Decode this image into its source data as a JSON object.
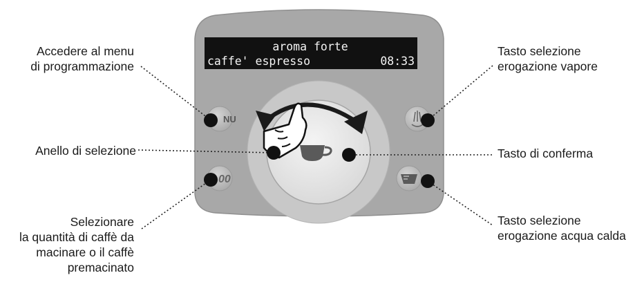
{
  "display": {
    "line1": "aroma forte",
    "line2_left": "caffe' espresso",
    "line2_right": "08:33"
  },
  "buttons": {
    "menu_label": "NU",
    "aroma_label": "00"
  },
  "callouts": {
    "menu": [
      "Accedere al menu",
      "di programmazione"
    ],
    "ring": "Anello di selezione",
    "quantity": [
      "Selezionare",
      "la quantità di caffè da",
      "macinare o il caffè",
      "premacinato"
    ],
    "steam": [
      "Tasto selezione",
      "erogazione vapore"
    ],
    "confirm": "Tasto di conferma",
    "hot_water": [
      "Tasto selezione",
      "erogazione acqua calda"
    ]
  },
  "icons": {
    "steam": "steam-icon",
    "cup": "coffee-cup-icon",
    "hot_water": "hot-water-icon",
    "hand": "pointing-hand-icon",
    "arrow": "curved-arrow-icon"
  },
  "colors": {
    "panel": "#a8a8a8",
    "panel_edge": "#8c8c8c",
    "ring": "#c7c7c7",
    "center": "#e8e8e8",
    "display_bg": "#111111",
    "marker": "#111111",
    "button": "#b9b9b9"
  }
}
